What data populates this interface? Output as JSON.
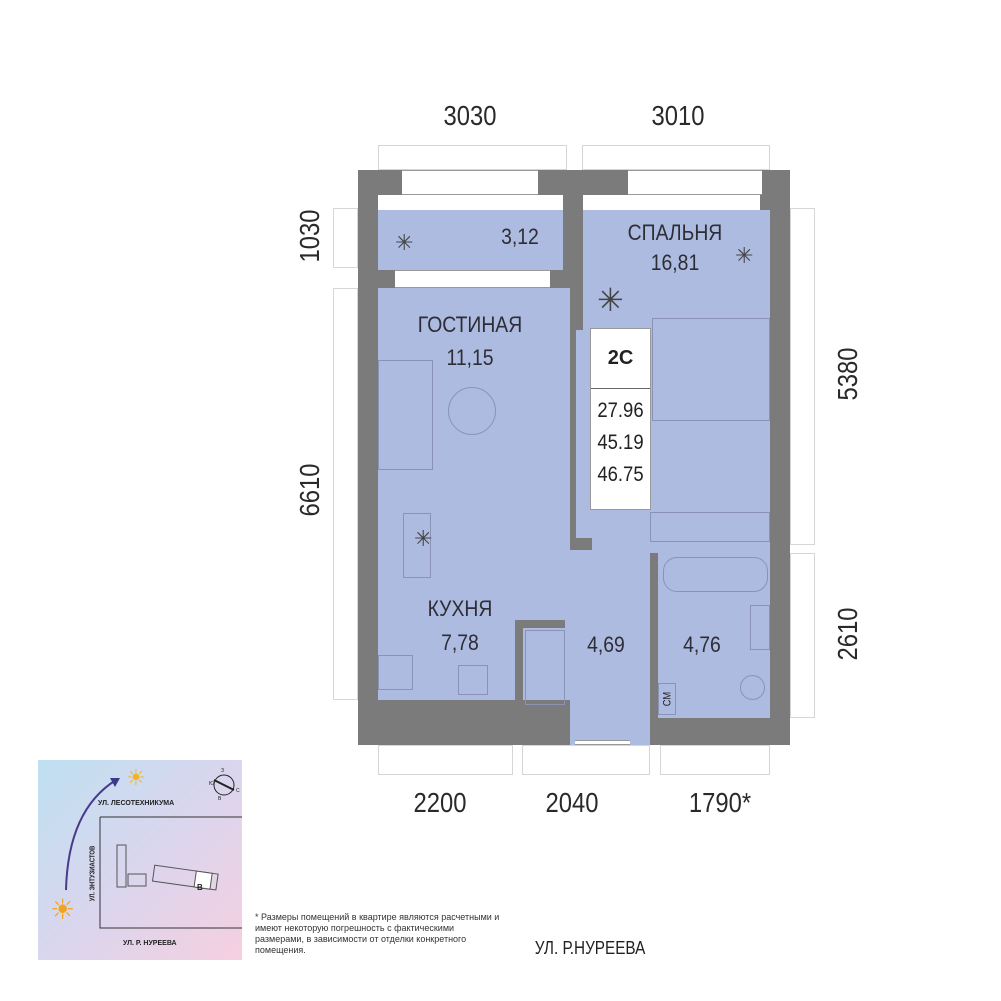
{
  "dimensions": {
    "top": [
      "3030",
      "3010"
    ],
    "left": [
      "1030",
      "6610"
    ],
    "right": [
      "5380",
      "2610"
    ],
    "bottom": [
      "2200",
      "2040",
      "1790*"
    ]
  },
  "rooms": [
    {
      "name": "",
      "area": "3,12"
    },
    {
      "name": "СПАЛЬНЯ",
      "area": "16,81"
    },
    {
      "name": "ГОСТИНАЯ",
      "area": "11,15"
    },
    {
      "name": "КУХНЯ",
      "area": "7,78"
    },
    {
      "name": "",
      "area": "4,69"
    },
    {
      "name": "",
      "area": "4,76"
    }
  ],
  "appliance_label": "СМ",
  "info": {
    "type": "2С",
    "areas": [
      "27.96",
      "45.19",
      "46.75"
    ]
  },
  "minimap": {
    "streets": {
      "top": "УЛ. ЛЕСОТЕХНИКУМА",
      "left": "УЛ. ЭНТУЗИАСТОВ",
      "bottom": "УЛ. Р. НУРЕЕВА"
    },
    "compass": {
      "n": "З",
      "s": "В",
      "w": "Ю",
      "e": "С"
    },
    "section": "В",
    "colors": {
      "from": "#bfe0f2",
      "to": "#f6cfe0"
    }
  },
  "footnote": "* Размеры помещений в квартире являются расчетными и имеют некоторую погрешность с фактическими размерами, в зависимости от отделки конкретного помещения.",
  "street": "УЛ. Р.НУРЕЕВА"
}
